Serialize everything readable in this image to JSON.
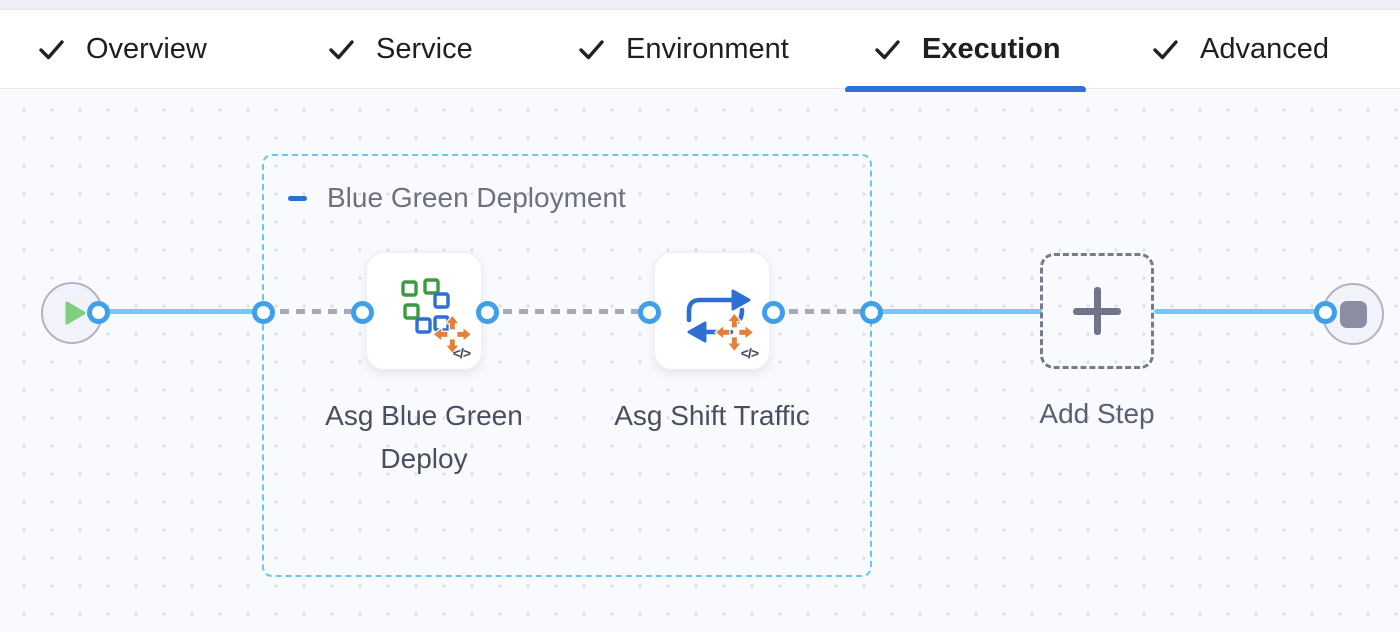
{
  "tab_bar": {
    "items": [
      {
        "label": "Overview",
        "completed": true,
        "active": false
      },
      {
        "label": "Service",
        "completed": true,
        "active": false
      },
      {
        "label": "Environment",
        "completed": true,
        "active": false
      },
      {
        "label": "Execution",
        "completed": true,
        "active": true
      },
      {
        "label": "Advanced",
        "completed": true,
        "active": false
      }
    ]
  },
  "pipeline": {
    "group": {
      "label": "Blue Green Deployment"
    },
    "steps": [
      {
        "name": "Asg Blue Green Deploy",
        "icon": "asg-blue-green-deploy-icon",
        "code_badge": "</>"
      },
      {
        "name": "Asg Shift Traffic",
        "icon": "asg-shift-traffic-icon",
        "code_badge": "</>"
      }
    ],
    "add_step": {
      "label": "Add Step"
    },
    "start_node": {
      "icon": "play-icon"
    },
    "end_node": {
      "icon": "stop-icon"
    }
  },
  "colors": {
    "accent_blue": "#2e72d8",
    "connector_blue": "#74c8f2",
    "port_blue": "#3fa0e9",
    "dashed_connector_gray": "#a7a9bb",
    "group_border_cyan": "#66c7f0",
    "icon_green": "#3d9a41",
    "icon_blue": "#2e6fd3",
    "icon_orange": "#e0823b",
    "play_green": "#80cf80",
    "stop_gray": "#8b8da2"
  }
}
